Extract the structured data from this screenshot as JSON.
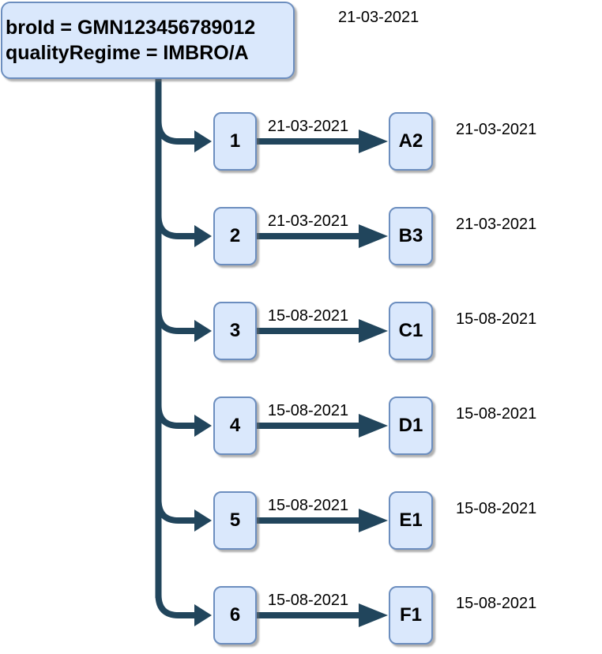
{
  "root": {
    "line1": "broId = GMN123456789012",
    "line2": "qualityRegime = IMBRO/A",
    "date": "21-03-2021"
  },
  "rows": [
    {
      "id": "1",
      "edge_date": "21-03-2021",
      "target": "A2",
      "date": "21-03-2021"
    },
    {
      "id": "2",
      "edge_date": "21-03-2021",
      "target": "B3",
      "date": "21-03-2021"
    },
    {
      "id": "3",
      "edge_date": "15-08-2021",
      "target": "C1",
      "date": "15-08-2021"
    },
    {
      "id": "4",
      "edge_date": "15-08-2021",
      "target": "D1",
      "date": "15-08-2021"
    },
    {
      "id": "5",
      "edge_date": "15-08-2021",
      "target": "E1",
      "date": "15-08-2021"
    },
    {
      "id": "6",
      "edge_date": "15-08-2021",
      "target": "F1",
      "date": "15-08-2021"
    }
  ],
  "colors": {
    "edge-color": "#21455c",
    "node-fill": "#dae8fc",
    "node-border": "#6c8ebf"
  }
}
